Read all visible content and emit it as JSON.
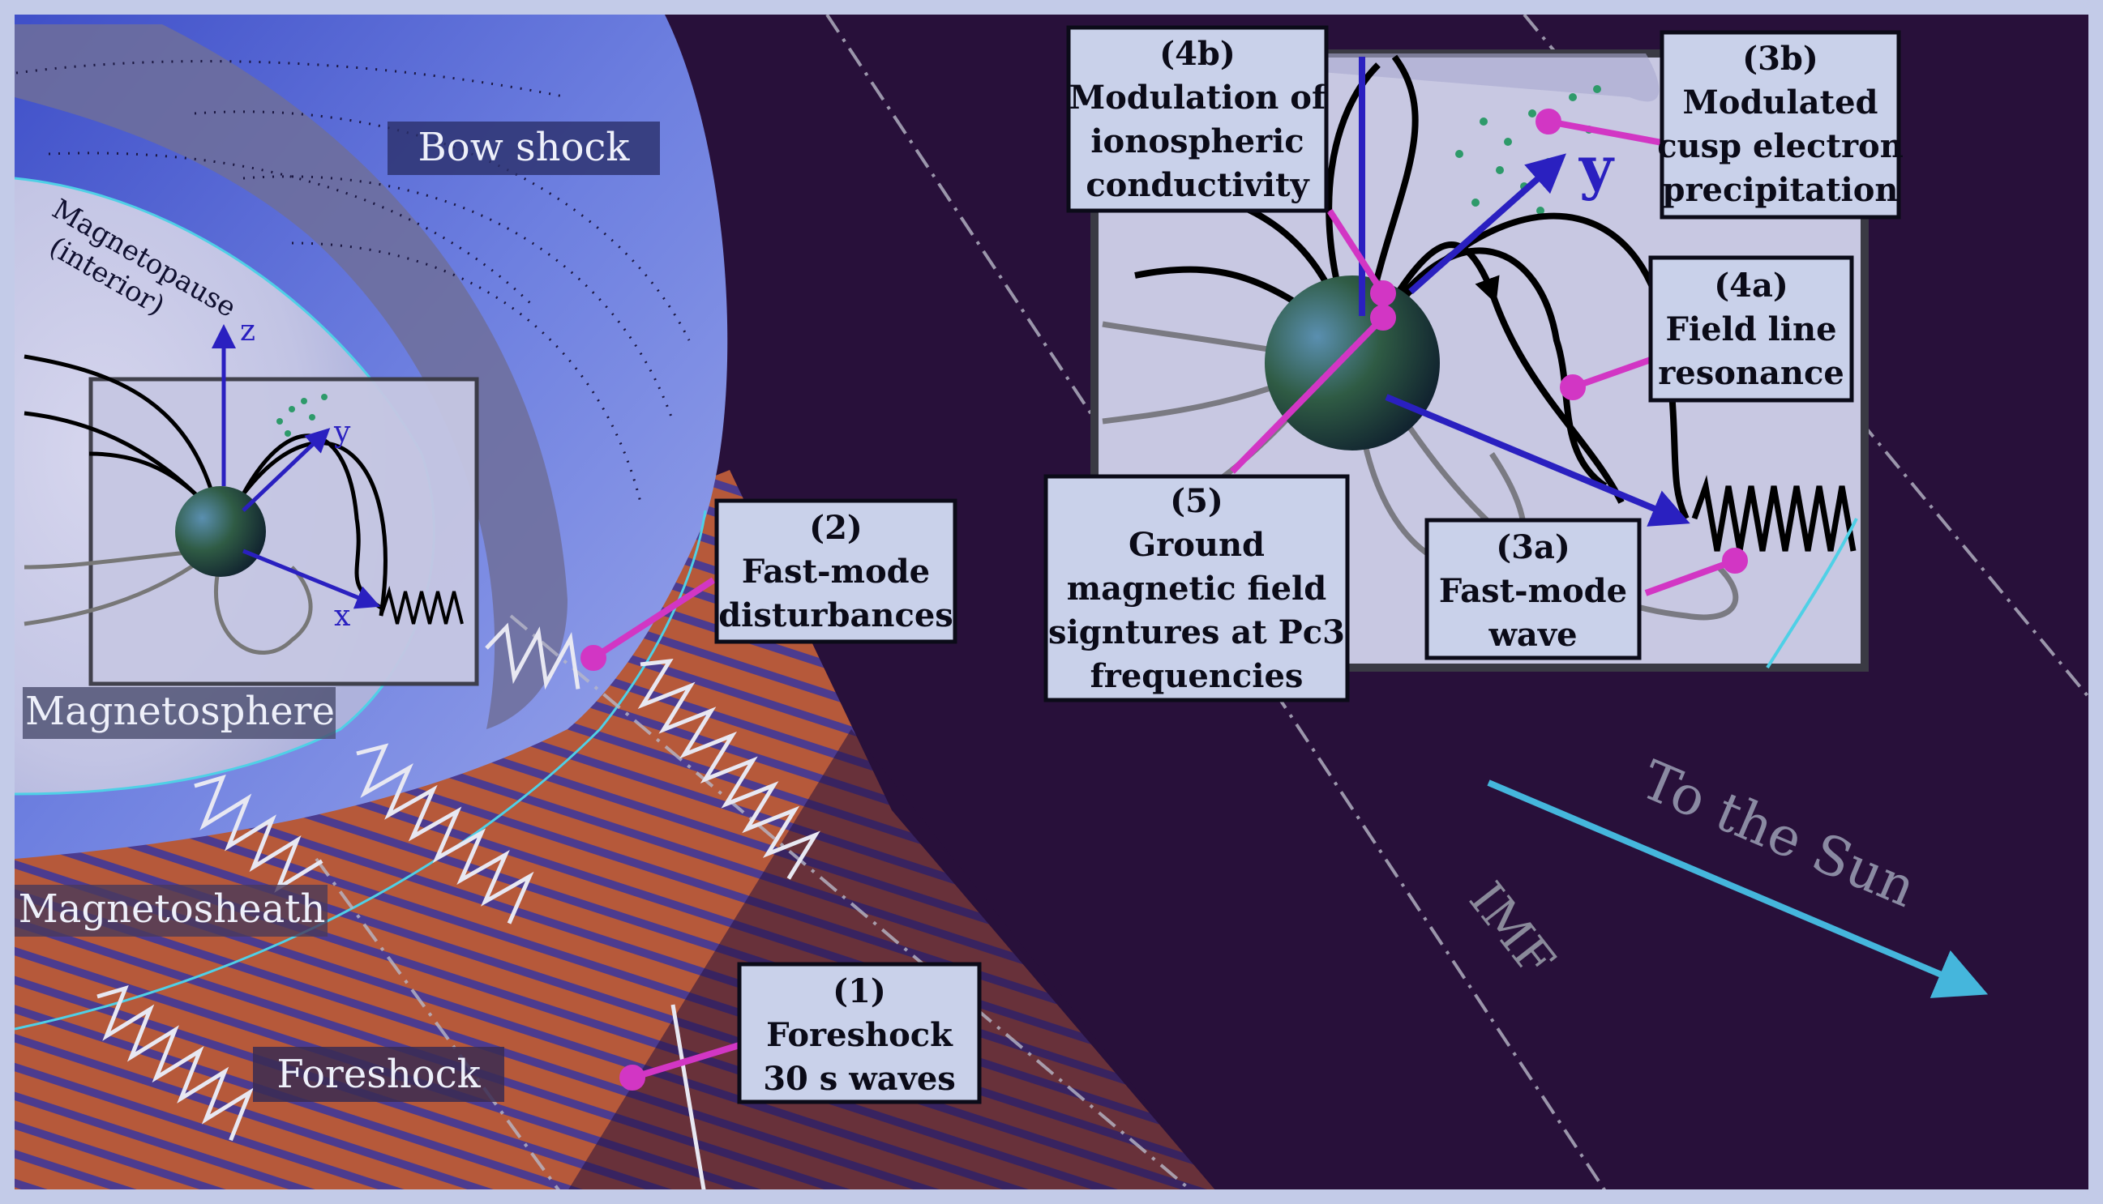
{
  "regions": {
    "bow_shock": "Bow shock",
    "magnetosphere": "Magnetosphere",
    "magnetosheath": "Magnetosheath",
    "foreshock": "Foreshock",
    "magnetopause_line1": "Magnetopause",
    "magnetopause_line2": "(interior)",
    "imf": "IMF",
    "to_sun": "To the Sun"
  },
  "axes": {
    "x": "x",
    "y": "y",
    "z": "z"
  },
  "callouts": {
    "c1": {
      "lines": [
        "(1)",
        "Foreshock",
        "30 s waves"
      ]
    },
    "c2": {
      "lines": [
        "(2)",
        "Fast-mode",
        "disturbances"
      ]
    },
    "c3a": {
      "lines": [
        "(3a)",
        "Fast-mode",
        "wave"
      ]
    },
    "c3b": {
      "lines": [
        "(3b)",
        "Modulated",
        "cusp electron",
        "precipitation"
      ]
    },
    "c4a": {
      "lines": [
        "(4a)",
        "Field line",
        "resonance"
      ]
    },
    "c4b": {
      "lines": [
        "(4b)",
        "Modulation of",
        "ionospheric",
        "conductivity"
      ]
    },
    "c5": {
      "lines": [
        "(5)",
        "Ground",
        "magnetic field",
        "signtures at Pc3",
        "frequencies"
      ]
    }
  },
  "colors": {
    "space": "#28103a",
    "magnetosphere": "#c6c6e4",
    "sheath_blue": "#5a6ad8",
    "foreshock_orange": "#c8643a",
    "callout_fill": "#c9d1ea",
    "pointer": "#d236c4",
    "sun_arrow": "#45b6dc",
    "axis_blue": "#2a20c0"
  }
}
